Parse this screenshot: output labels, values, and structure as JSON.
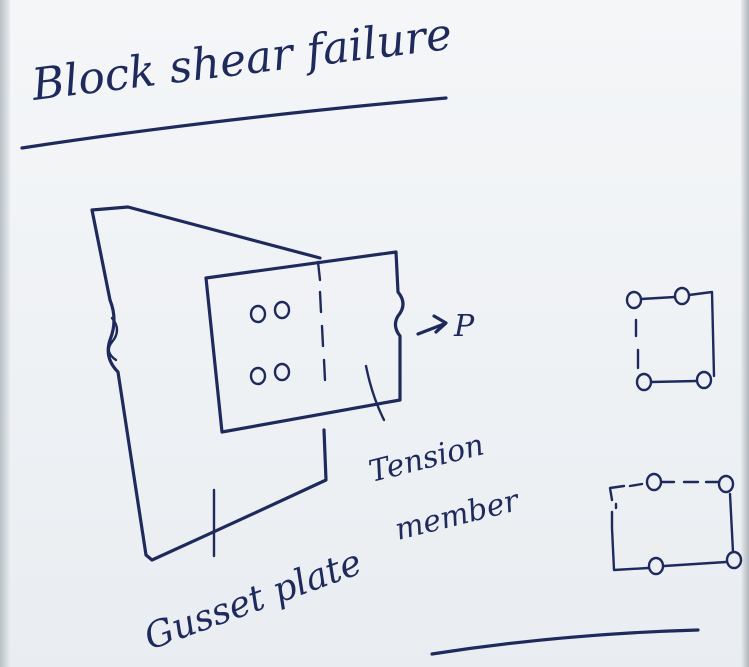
{
  "title": "Block shear failure",
  "labels": {
    "load": "P",
    "tension_member_line1": "Tension",
    "tension_member_line2": "member",
    "gusset_plate": "Gusset plate"
  },
  "colors": {
    "board": "#f4f6f8",
    "ink": "#1f2a5c"
  }
}
